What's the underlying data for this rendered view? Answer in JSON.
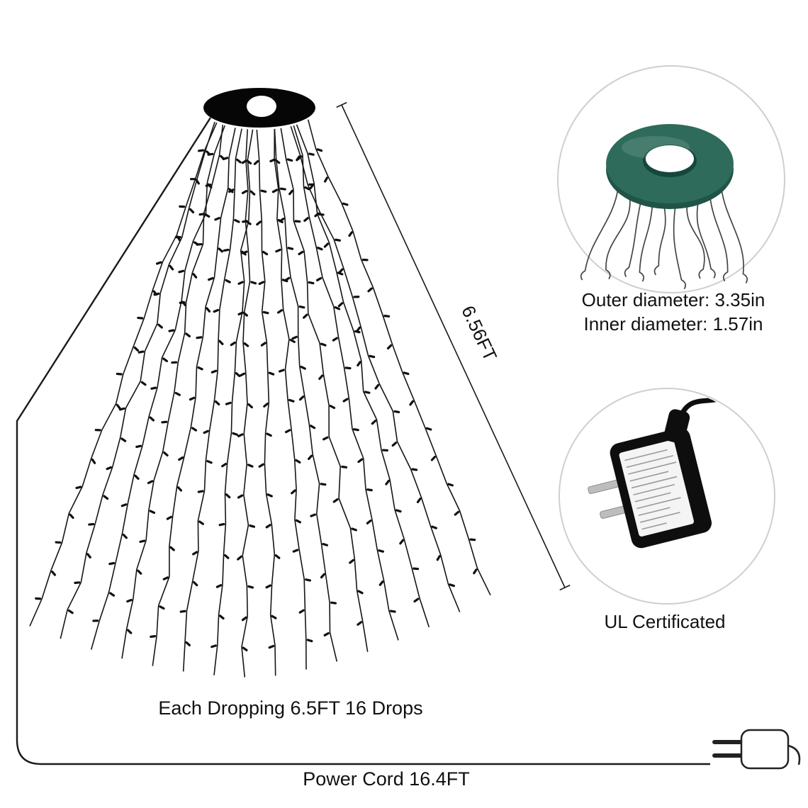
{
  "colors": {
    "line": "#1a1a1a",
    "ring_green": "#2e6b5b",
    "ring_green_dark": "#1f5447",
    "circle_border": "#cfcfcf"
  },
  "tree_diagram": {
    "drop_count": 16,
    "height_label": "6.56FT",
    "drops_label": "Each Dropping 6.5FT 16 Drops",
    "power_cord_label": "Power Cord 16.4FT"
  },
  "ring_detail": {
    "outer_diameter_label": "Outer diameter:  3.35in",
    "inner_diameter_label": "Inner diameter:  1.57in",
    "ring_color": "#2e6b5b"
  },
  "adapter_detail": {
    "label": "UL Certificated"
  }
}
